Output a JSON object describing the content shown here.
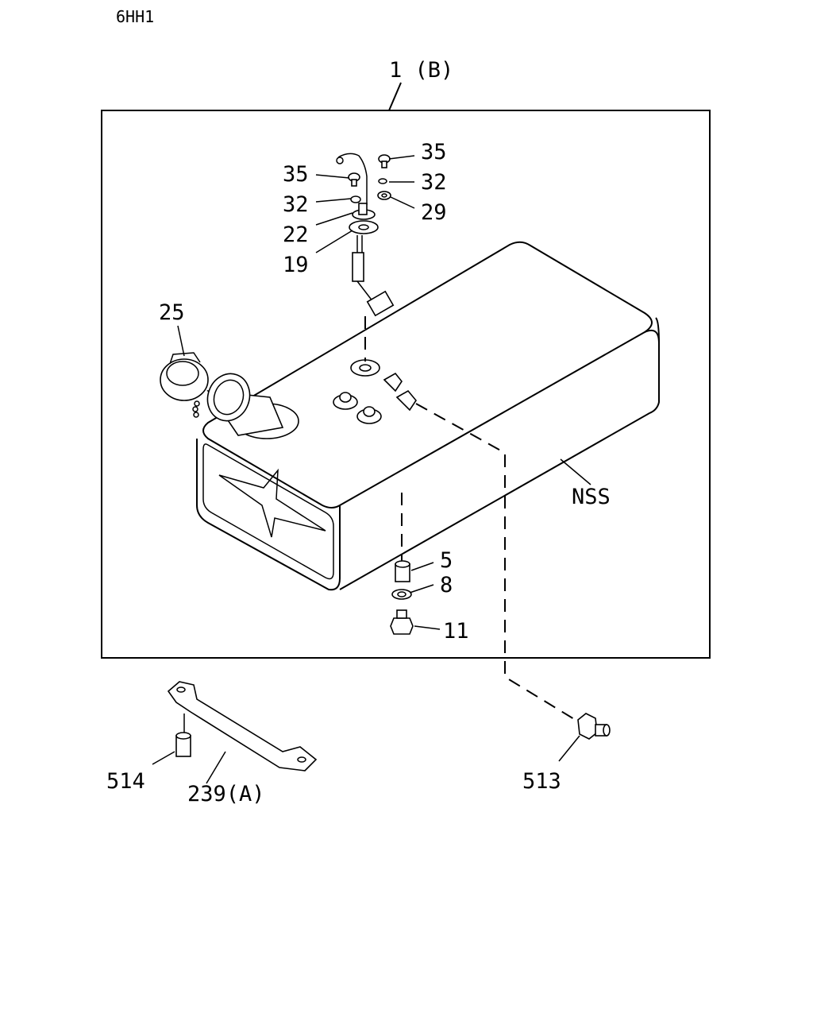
{
  "header": {
    "model_code": "6HH1"
  },
  "assembly": {
    "label": "1 (B)"
  },
  "callouts": {
    "c35_right": "35",
    "c32_right": "32",
    "c29": "29",
    "c35_left": "35",
    "c32_left": "32",
    "c22": "22",
    "c19": "19",
    "c25": "25",
    "nss": "NSS",
    "c5": "5",
    "c8": "8",
    "c11": "11",
    "c514": "514",
    "c239": "239(A)",
    "c513": "513"
  }
}
